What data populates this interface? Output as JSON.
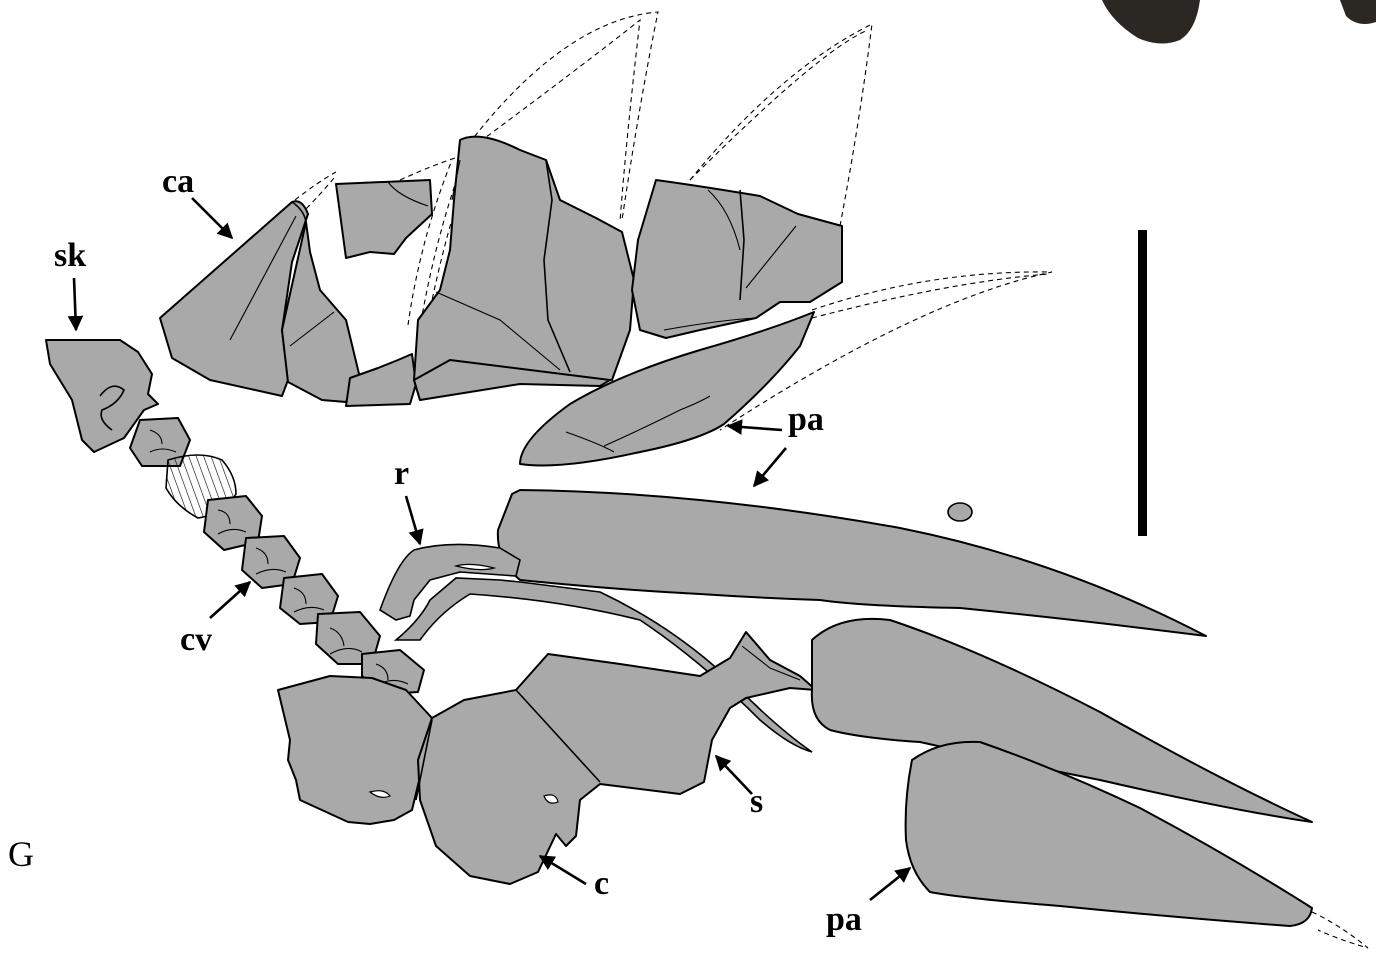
{
  "figure": {
    "panel_letter": "G",
    "labels": {
      "ca": "ca",
      "sk": "sk",
      "cv": "cv",
      "r": "r",
      "pa_upper": "pa",
      "pa_middle": "pa",
      "pa_lower": "pa",
      "s": "s",
      "c": "c"
    }
  },
  "colors": {
    "bone_fill": "#a9a9a9",
    "outline": "#000000",
    "background": "#ffffff",
    "photo_fragment": "#2b2723"
  }
}
